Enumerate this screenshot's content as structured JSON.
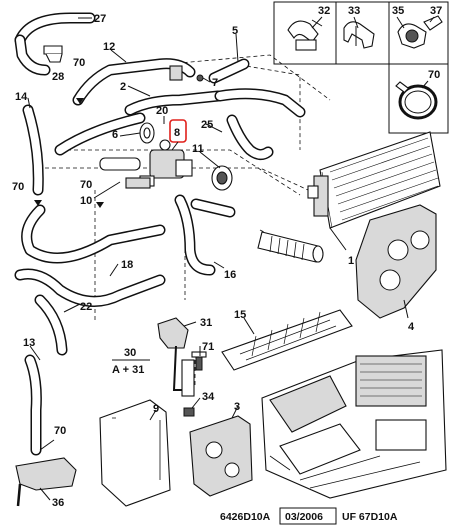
{
  "labels": {
    "l1": "1",
    "l2": "2",
    "l3": "3",
    "l4": "4",
    "l5": "5",
    "l6": "6",
    "l8": "8",
    "l9": "9",
    "l10": "10",
    "l11": "11",
    "l12": "12",
    "l13": "13",
    "l14": "14",
    "l15": "15",
    "l16": "16",
    "l18": "18",
    "l20": "20",
    "l22": "22",
    "l25": "25",
    "l27": "27",
    "l28": "28",
    "l31": "31",
    "l34": "34",
    "l36": "36",
    "l71": "71",
    "l70a": "70",
    "l70b": "70",
    "l70c": "70",
    "l70d": "70",
    "kit30": "30",
    "kit30_formula": "A + 31"
  },
  "inset_top": {
    "l32": "32",
    "l33": "33",
    "l35": "35",
    "l37": "37"
  },
  "inset_side": {
    "l70": "70"
  },
  "highlight": {
    "label": "8",
    "color": "#e0201b"
  },
  "footer": {
    "ref1": "6426D10A",
    "date": "03/2006",
    "ref2": "UF 67D10A"
  }
}
